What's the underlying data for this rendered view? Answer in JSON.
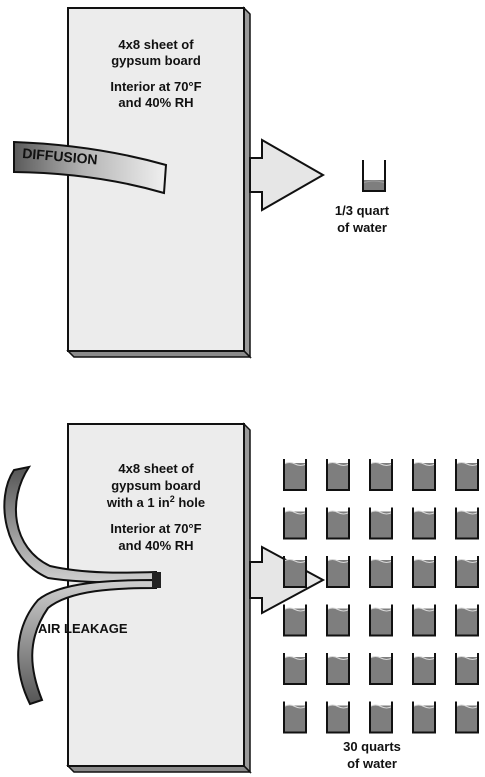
{
  "top_panel": {
    "board_line1": "4x8 sheet of",
    "board_line2": "gypsum board",
    "board_line3": "Interior at 70°F",
    "board_line4": "and 40% RH",
    "flow_label": "DIFFUSION",
    "result_line1": "1/3 quart",
    "result_line2": "of water"
  },
  "bottom_panel": {
    "board_line1": "4x8 sheet of",
    "board_line2": "gypsum board",
    "board_line3_prefix": "with a 1 in",
    "board_line3_sup": "2",
    "board_line3_suffix": " hole",
    "board_line4": "Interior at 70°F",
    "board_line5": "and 40% RH",
    "flow_label": "AIR LEAKAGE",
    "result_line1": "30 quarts",
    "result_line2": "of water",
    "container_grid": {
      "columns": 5,
      "rows": 6
    }
  },
  "colors": {
    "board_face": "#ececec",
    "board_edge": "#9a9a9a",
    "container_water": "#7e7e7e",
    "outline": "#111111"
  }
}
